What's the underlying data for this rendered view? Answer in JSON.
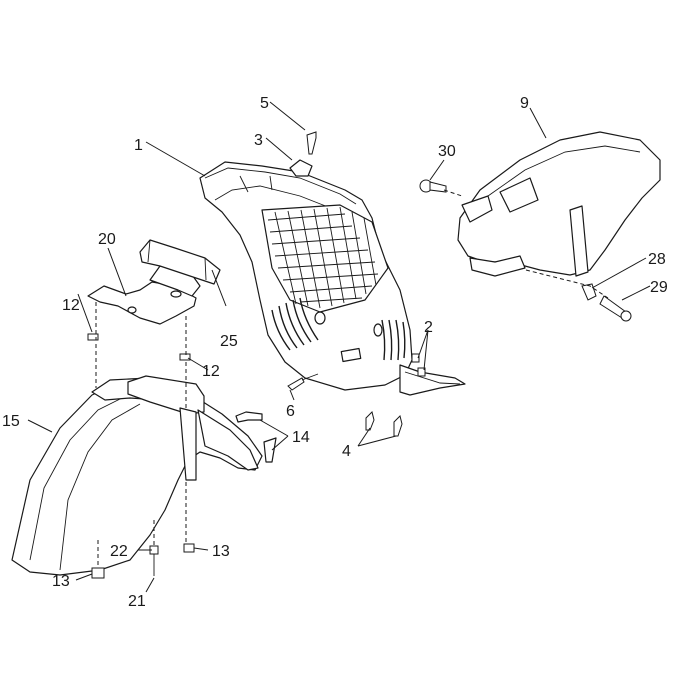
{
  "callouts": {
    "c1": "1",
    "c2": "2",
    "c3": "3",
    "c4": "4",
    "c5": "5",
    "c6": "6",
    "c9": "9",
    "c12a": "12",
    "c12b": "12",
    "c13a": "13",
    "c13b": "13",
    "c14": "14",
    "c15": "15",
    "c20": "20",
    "c21": "21",
    "c22": "22",
    "c25": "25",
    "c28": "28",
    "c29": "29",
    "c30": "30"
  }
}
